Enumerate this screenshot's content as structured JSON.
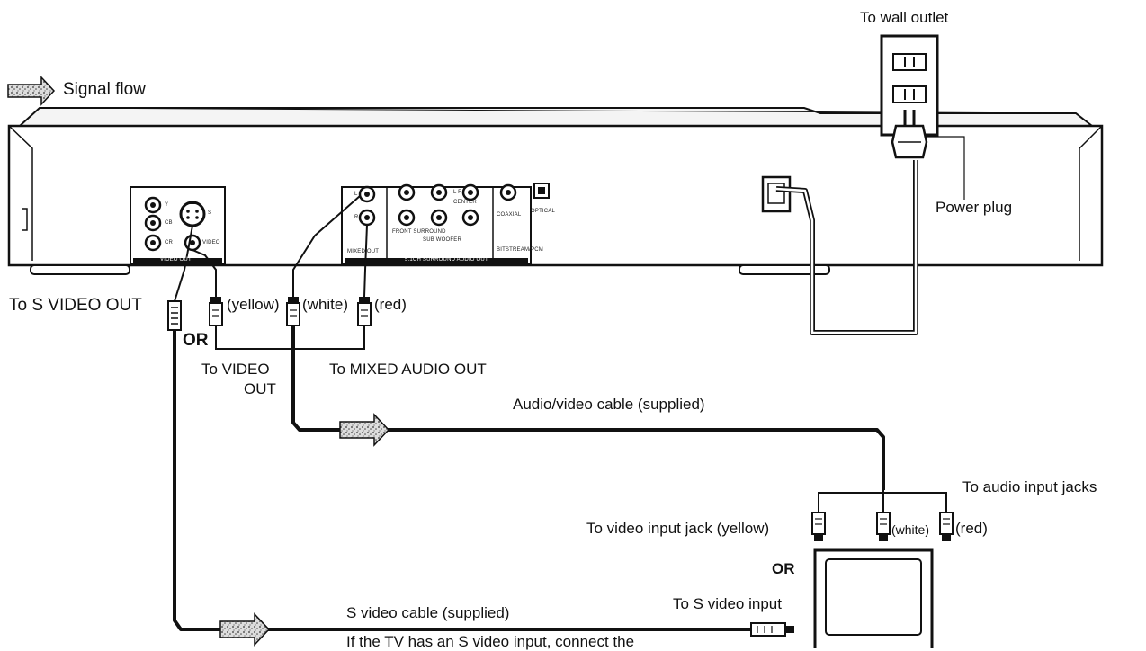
{
  "legend": {
    "label": "Signal flow"
  },
  "wall": {
    "label": "To wall outlet"
  },
  "power_plug": {
    "label": "Power plug"
  },
  "player_panel": {
    "video_out": "VIDEO OUT",
    "mixed_out": "MIXED OUT",
    "audio_out": "5.1CH SURROUND AUDIO OUT",
    "jack_y": "Y",
    "jack_cb": "CB",
    "jack_cr": "CR",
    "jack_s": "S",
    "jack_video": "VIDEO",
    "jack_l": "L",
    "jack_r": "R",
    "front_surround": "FRONT  SURROUND",
    "sub_woofer": "SUB WOOFER",
    "center": "CENTER",
    "lr": "L  R",
    "coaxial": "COAXIAL",
    "optical": "OPTICAL",
    "bitstream": "BITSTREAM/PCM"
  },
  "labels": {
    "to_s_video_out": "To S VIDEO OUT",
    "yellow": "(yellow)",
    "white": "(white)",
    "red": "(red)",
    "or_left": "OR",
    "to_video_out_line1": "To VIDEO",
    "to_video_out_line2": "OUT",
    "to_mixed_audio_out": "To MIXED AUDIO OUT",
    "av_cable": "Audio/video cable (supplied)",
    "to_audio_input_jacks": "To audio input jacks",
    "to_video_input_jack": "To video input jack (yellow)",
    "white_tv": "(white)",
    "red_tv": "(red)",
    "or_right": "OR",
    "to_s_video_input": "To S video input",
    "s_video_cable": "S video cable (supplied)",
    "bottom_note": "If the TV has an S video input, connect the"
  }
}
